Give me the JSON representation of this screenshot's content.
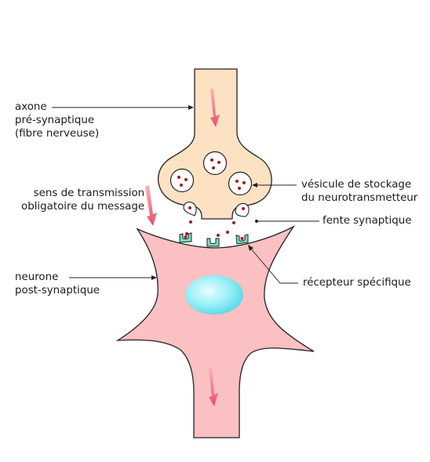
{
  "diagram": {
    "labels": {
      "axon": "axone\npré-synaptique\n(fibre nerveuse)",
      "vesicle": "vésicule de stockage\ndu neurotransmetteur",
      "direction": "sens de transmission\nobligatoire du message",
      "cleft": "fente synaptique",
      "neuron": "neurone\npost-synaptique",
      "receptor": "récepteur spécifique"
    },
    "colors": {
      "presynaptic_fill": "#fde1c3",
      "postsynaptic_fill": "#fbbfc0",
      "nucleus_fill": "#7ee8f2",
      "receptor_fill": "#6fe0c0",
      "neurotransmitter": "#a01c22",
      "arrow": "#f4707e"
    }
  }
}
